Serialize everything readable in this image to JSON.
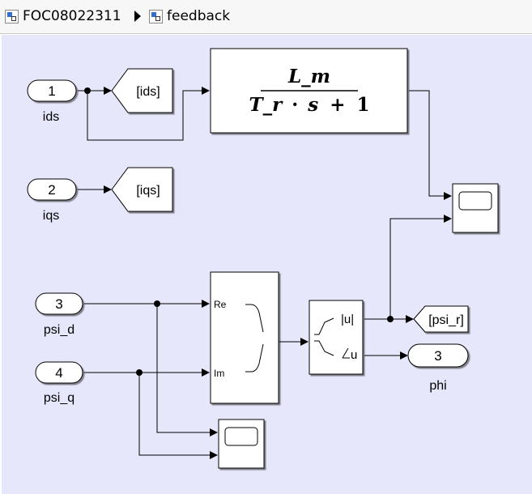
{
  "breadcrumb": {
    "items": [
      {
        "label": "FOC08022311",
        "icon": "model-icon"
      },
      {
        "label": "feedback",
        "icon": "subsystem-icon"
      }
    ]
  },
  "colors": {
    "canvas": "#e7e7fc",
    "block_fill": "#ffffff",
    "line": "#000000"
  },
  "inports": [
    {
      "number": "1",
      "name": "ids"
    },
    {
      "number": "2",
      "name": "iqs"
    },
    {
      "number": "3",
      "name": "psi_d"
    },
    {
      "number": "4",
      "name": "psi_q"
    }
  ],
  "goto_tags": {
    "ids": "[ids]",
    "iqs": "[iqs]",
    "psi_r": "[psi_r]"
  },
  "transfer_fcn": {
    "numerator": "L_m",
    "denominator_parts": [
      "T_r",
      "·",
      "s",
      "+",
      "1"
    ]
  },
  "complex_block": {
    "input_re": "Re",
    "input_im": "Im"
  },
  "abs_angle_block": {
    "output_abs": "|u|",
    "output_angle": "u"
  },
  "outport": {
    "number": "3",
    "name": "phi"
  }
}
